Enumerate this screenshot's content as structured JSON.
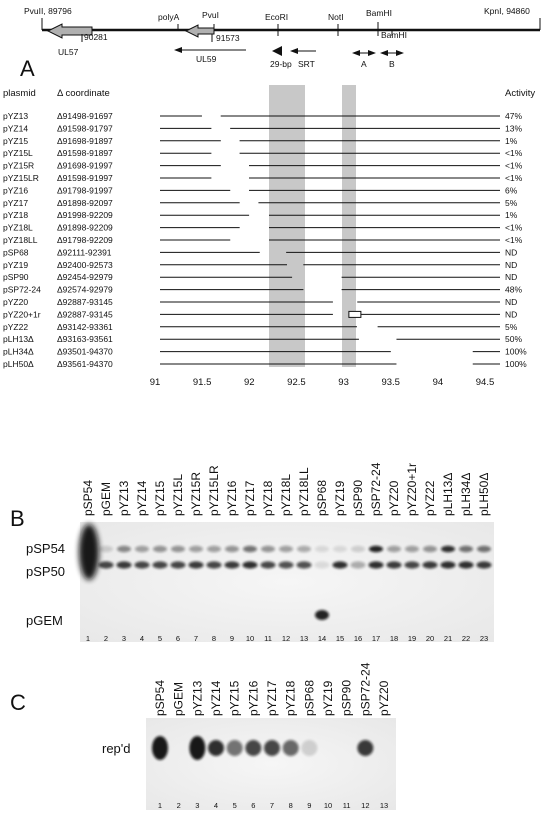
{
  "panel_a": {
    "letter": "A",
    "map_labels": {
      "pvuii": "PvuII, 89796",
      "kpni": "KpnI, 94860",
      "c90281": "90281",
      "polya": "polyA",
      "pvui": "PvuI",
      "c91573": "91573",
      "ecori": "EcoRI",
      "noti": "NotI",
      "bamhi1": "BamHI",
      "bamhi2": "BamHI",
      "ul57": "UL57",
      "ul59": "UL59",
      "bp29": "29-bp",
      "srt": "SRT",
      "a": "A",
      "b": "B"
    },
    "headers": {
      "plasmid": "plasmid",
      "coord": "Δ coordinate",
      "activity": "Activity"
    },
    "rows": [
      {
        "plasmid": "pYZ13",
        "coord": "Δ91498-91697",
        "activity": "47%"
      },
      {
        "plasmid": "pYZ14",
        "coord": "Δ91598-91797",
        "activity": "13%"
      },
      {
        "plasmid": "pYZ15",
        "coord": "Δ91698-91897",
        "activity": "1%"
      },
      {
        "plasmid": "pYZ15L",
        "coord": "Δ91598-91897",
        "activity": "<1%"
      },
      {
        "plasmid": "pYZ15R",
        "coord": "Δ91698-91997",
        "activity": "<1%"
      },
      {
        "plasmid": "pYZ15LR",
        "coord": "Δ91598-91997",
        "activity": "<1%"
      },
      {
        "plasmid": "pYZ16",
        "coord": "Δ91798-91997",
        "activity": "6%"
      },
      {
        "plasmid": "pYZ17",
        "coord": "Δ91898-92097",
        "activity": "5%"
      },
      {
        "plasmid": "pYZ18",
        "coord": "Δ91998-92209",
        "activity": "1%"
      },
      {
        "plasmid": "pYZ18L",
        "coord": "Δ91898-92209",
        "activity": "<1%"
      },
      {
        "plasmid": "pYZ18LL",
        "coord": "Δ91798-92209",
        "activity": "<1%"
      },
      {
        "plasmid": "pSP68",
        "coord": "Δ92111-92391",
        "activity": "ND"
      },
      {
        "plasmid": "pYZ19",
        "coord": "Δ92400-92573",
        "activity": "ND"
      },
      {
        "plasmid": "pSP90",
        "coord": "Δ92454-92979",
        "activity": "ND"
      },
      {
        "plasmid": "pSP72-24",
        "coord": "Δ92574-92979",
        "activity": "48%"
      },
      {
        "plasmid": "pYZ20",
        "coord": "Δ92887-93145",
        "activity": "ND"
      },
      {
        "plasmid": "pYZ20+1r",
        "coord": "Δ92887-93145",
        "activity": "ND"
      },
      {
        "plasmid": "pYZ22",
        "coord": "Δ93142-93361",
        "activity": "5%"
      },
      {
        "plasmid": "pLH13Δ",
        "coord": "Δ93163-93561",
        "activity": "50%"
      },
      {
        "plasmid": "pLH34Δ",
        "coord": "Δ93501-94370",
        "activity": "100%"
      },
      {
        "plasmid": "pLH50Δ",
        "coord": "Δ93561-94370",
        "activity": "100%"
      }
    ],
    "axis_ticks": [
      "91",
      "91.5",
      "92",
      "92.5",
      "93",
      "93.5",
      "94",
      "94.5"
    ]
  },
  "panel_b": {
    "letter": "B",
    "lanes": [
      "pSP54",
      "pGEM",
      "pYZ13",
      "pYZ14",
      "pYZ15",
      "pYZ15L",
      "pYZ15R",
      "pYZ15LR",
      "pYZ16",
      "pYZ17",
      "pYZ18",
      "pYZ18L",
      "pYZ18LL",
      "pSP68",
      "pYZ19",
      "pSP90",
      "pSP72-24",
      "pYZ20",
      "pYZ20+1r",
      "pYZ22",
      "pLH13Δ",
      "pLH34Δ",
      "pLH50Δ"
    ],
    "band_labels": {
      "psp54": "pSP54",
      "psp50": "pSP50",
      "pgem": "pGEM"
    },
    "lane_numbers": [
      "1",
      "2",
      "3",
      "4",
      "5",
      "6",
      "7",
      "8",
      "9",
      "10",
      "11",
      "12",
      "13",
      "14",
      "15",
      "16",
      "17",
      "18",
      "19",
      "20",
      "21",
      "22",
      "23"
    ]
  },
  "panel_c": {
    "letter": "C",
    "lanes": [
      "pSP54",
      "pGEM",
      "pYZ13",
      "pYZ14",
      "pYZ15",
      "pYZ16",
      "pYZ17",
      "pYZ18",
      "pSP68",
      "pYZ19",
      "pSP90",
      "pSP72-24",
      "pYZ20"
    ],
    "band_label": "rep'd",
    "lane_numbers": [
      "1",
      "2",
      "3",
      "4",
      "5",
      "6",
      "7",
      "8",
      "9",
      "10",
      "11",
      "12",
      "13"
    ]
  },
  "colors": {
    "ink": "#111111",
    "shade": "#c8c8c8",
    "gel_bg": "#f4f4f4",
    "map_arrow": "#b0b0b0"
  }
}
